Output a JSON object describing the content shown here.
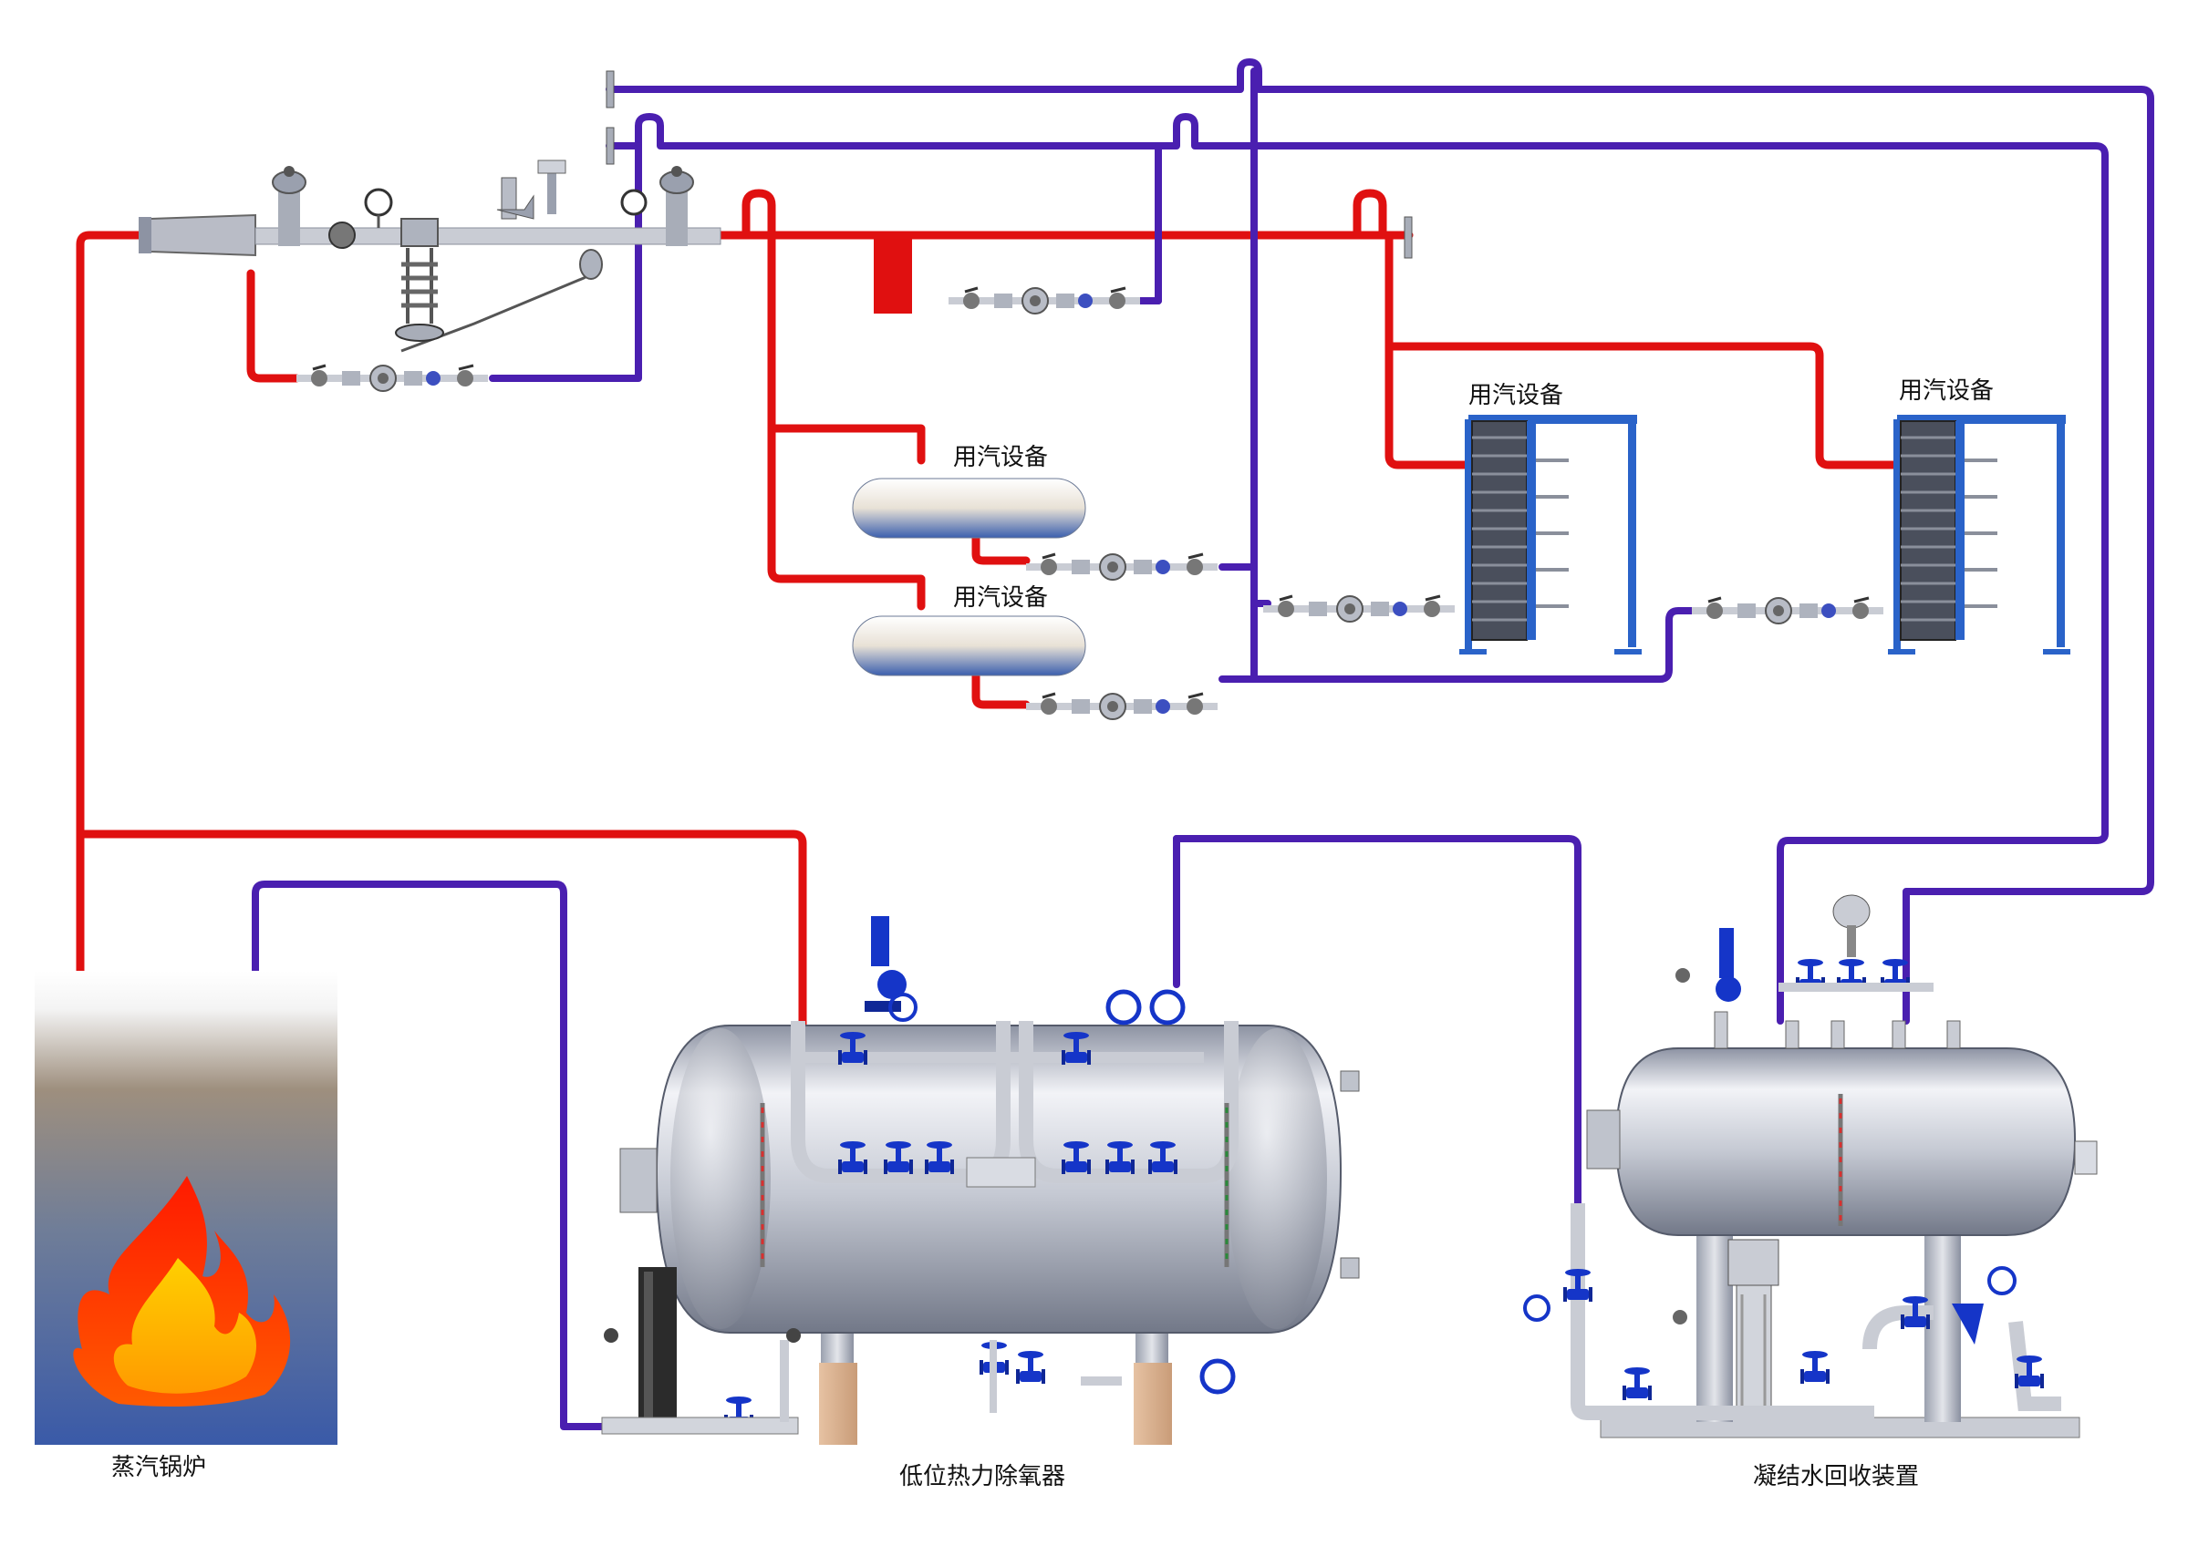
{
  "labels": {
    "boiler": "蒸汽锅炉",
    "deaerator": "低位热力除氧器",
    "recovery": "凝结水回收装置",
    "equip_1": "用汽设备",
    "equip_2": "用汽设备",
    "equip_3": "用汽设备",
    "equip_4": "用汽设备"
  },
  "colors": {
    "steam_line": "#e01010",
    "condensate_line": "#4a1fb0",
    "valve_blue": "#1535c8",
    "vessel_light": "#eef0f4",
    "vessel_dark": "#8e94a4",
    "frame_blue": "#2a63c9",
    "flame_red": "#ff2a00",
    "flame_yellow": "#ffd400"
  }
}
